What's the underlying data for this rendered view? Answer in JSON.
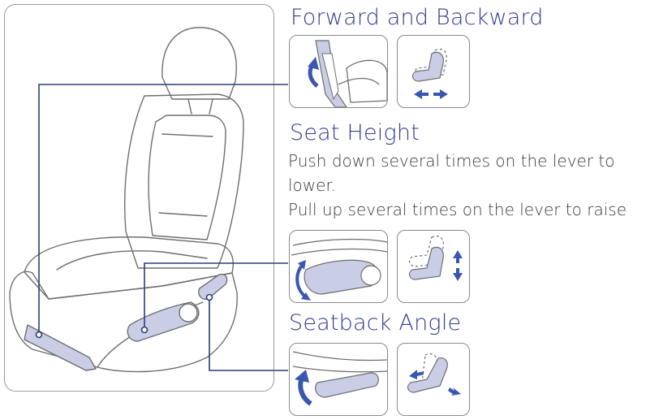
{
  "sections": {
    "forward_backward": {
      "title": "Forward and Backward"
    },
    "seat_height": {
      "title": "Seat Height",
      "instructions": [
        "Push down several times on the lever to",
        "lower.",
        "Pull up several times on the lever to raise"
      ]
    },
    "seatback_angle": {
      "title": "Seatback Angle"
    }
  },
  "colors": {
    "heading": "#2f3f8f",
    "leader_line": "#2c3d7a",
    "highlight": "#c9cde6",
    "arrow": "#3a57b0"
  },
  "icons": [
    "seat-illustration",
    "lever-photo",
    "seat-diagram",
    "arrow-icon"
  ]
}
